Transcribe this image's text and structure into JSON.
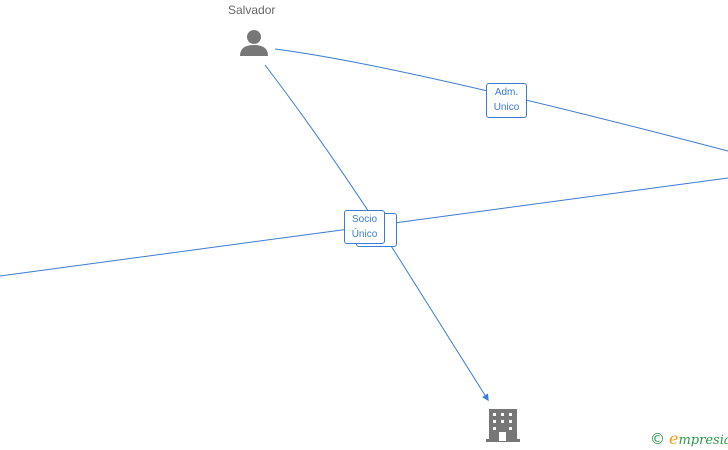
{
  "nodes": {
    "person": {
      "label": "Salvador",
      "icon": "person-icon"
    },
    "company": {
      "icon": "building-icon"
    }
  },
  "edges": [
    {
      "label_line1": "Adm.",
      "label_line2": "Unico"
    },
    {
      "label_line1": "Socio",
      "label_line2": "Único"
    }
  ],
  "colors": {
    "edge": "#3a7bd5",
    "icon": "#777777",
    "brand_green": "#2e9a4a",
    "brand_orange": "#f39c12"
  },
  "footer": {
    "copyright_symbol": "©",
    "brand_first": "e",
    "brand_rest": "mpresia"
  }
}
